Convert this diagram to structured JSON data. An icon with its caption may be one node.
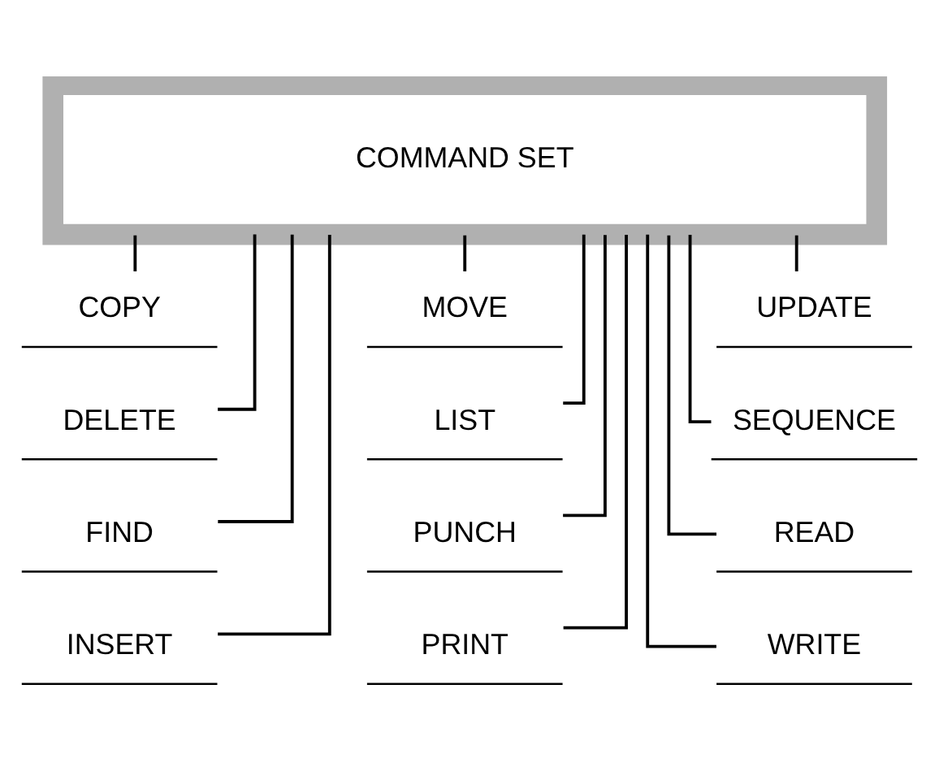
{
  "diagram": {
    "nodes": [
      {
        "text": [
          "COMMAND SET"
        ]
      },
      {
        "text": [
          "COPY"
        ]
      },
      {
        "text": [
          "MOVE"
        ]
      },
      {
        "text": [
          "UPDATE"
        ]
      },
      {
        "text": [
          "DELETE"
        ]
      },
      {
        "text": [
          "LIST"
        ]
      },
      {
        "text": [
          "SEQUENCE"
        ]
      },
      {
        "text": [
          "FIND"
        ]
      },
      {
        "text": [
          "PUNCH"
        ]
      },
      {
        "text": [
          "READ"
        ]
      },
      {
        "text": [
          "INSERT"
        ]
      },
      {
        "text": [
          "PRINT"
        ]
      },
      {
        "text": [
          "WRITE"
        ]
      }
    ],
    "edges": [
      {
        "from": 0,
        "to": 1,
        "arrow": "none"
      },
      {
        "from": 0,
        "to": 4,
        "arrow": "none"
      },
      {
        "from": 0,
        "to": 7,
        "arrow": "none"
      },
      {
        "from": 0,
        "to": 10,
        "arrow": "none"
      },
      {
        "from": 0,
        "to": 2,
        "arrow": "none"
      },
      {
        "from": 0,
        "to": 5,
        "arrow": "none"
      },
      {
        "from": 0,
        "to": 8,
        "arrow": "none"
      },
      {
        "from": 0,
        "to": 11,
        "arrow": "none"
      },
      {
        "from": 0,
        "to": 3,
        "arrow": "none"
      },
      {
        "from": 0,
        "to": 6,
        "arrow": "none"
      },
      {
        "from": 0,
        "to": 9,
        "arrow": "none"
      },
      {
        "from": 0,
        "to": 12,
        "arrow": "none"
      }
    ]
  }
}
